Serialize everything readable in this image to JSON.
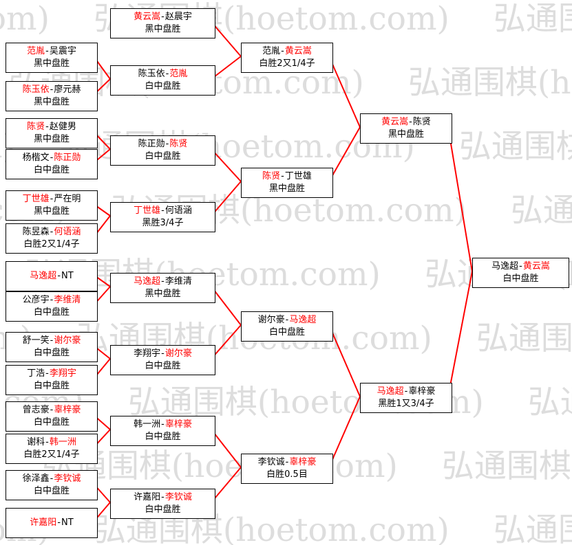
{
  "separator": "-",
  "accent_color": "#ff0000",
  "watermark": {
    "text": "弘通围棋(hoetom.com)",
    "color": "#dddddd"
  },
  "rounds": [
    [
      {
        "p1": {
          "text": "范胤",
          "win": true
        },
        "p2": {
          "text": "吴震宇",
          "win": false
        },
        "result": "黑中盘胜"
      },
      {
        "p1": {
          "text": "陈玉依",
          "win": true
        },
        "p2": {
          "text": "廖元赫",
          "win": false
        },
        "result": "黑中盘胜"
      },
      {
        "p1": {
          "text": "陈贤",
          "win": true
        },
        "p2": {
          "text": "赵健男",
          "win": false
        },
        "result": "黑中盘胜"
      },
      {
        "p1": {
          "text": "杨楷文",
          "win": false
        },
        "p2": {
          "text": "陈正勋",
          "win": true
        },
        "result": "白中盘胜"
      },
      {
        "p1": {
          "text": "丁世雄",
          "win": true
        },
        "p2": {
          "text": "严在明",
          "win": false
        },
        "result": "黑中盘胜"
      },
      {
        "p1": {
          "text": "陈昱森",
          "win": false
        },
        "p2": {
          "text": "何语涵",
          "win": true
        },
        "result": "白胜2又1/4子"
      },
      {
        "p1": {
          "text": "马逸超",
          "win": true
        },
        "p2": {
          "text": "NT",
          "win": false
        },
        "result": ""
      },
      {
        "p1": {
          "text": "公彦宇",
          "win": false
        },
        "p2": {
          "text": "李维清",
          "win": true
        },
        "result": "白中盘胜"
      },
      {
        "p1": {
          "text": "舒一笑",
          "win": false
        },
        "p2": {
          "text": "谢尔豪",
          "win": true
        },
        "result": "白中盘胜"
      },
      {
        "p1": {
          "text": "丁浩",
          "win": false
        },
        "p2": {
          "text": "李翔宇",
          "win": true
        },
        "result": "白中盘胜"
      },
      {
        "p1": {
          "text": "曾志豪",
          "win": false
        },
        "p2": {
          "text": "辜梓豪",
          "win": true
        },
        "result": "白中盘胜"
      },
      {
        "p1": {
          "text": "谢科",
          "win": false
        },
        "p2": {
          "text": "韩一洲",
          "win": true
        },
        "result": "白胜2又1/4子"
      },
      {
        "p1": {
          "text": "徐泽鑫",
          "win": false
        },
        "p2": {
          "text": "李钦诚",
          "win": true
        },
        "result": "白中盘胜"
      },
      {
        "p1": {
          "text": "许嘉阳",
          "win": true
        },
        "p2": {
          "text": "NT",
          "win": false
        },
        "result": ""
      }
    ],
    [
      {
        "p1": {
          "text": "黄云嵩",
          "win": true
        },
        "p2": {
          "text": "赵晨宇",
          "win": false
        },
        "result": "黑中盘胜"
      },
      {
        "p1": {
          "text": "陈玉依",
          "win": false
        },
        "p2": {
          "text": "范胤",
          "win": true
        },
        "result": "白中盘胜"
      },
      {
        "p1": {
          "text": "陈正勋",
          "win": false
        },
        "p2": {
          "text": "陈贤",
          "win": true
        },
        "result": "白中盘胜"
      },
      {
        "p1": {
          "text": "丁世雄",
          "win": true
        },
        "p2": {
          "text": "何语涵",
          "win": false
        },
        "result": "黑胜3/4子"
      },
      {
        "p1": {
          "text": "马逸超",
          "win": true
        },
        "p2": {
          "text": "李维清",
          "win": false
        },
        "result": "黑中盘胜"
      },
      {
        "p1": {
          "text": "李翔宇",
          "win": false
        },
        "p2": {
          "text": "谢尔豪",
          "win": true
        },
        "result": "白中盘胜"
      },
      {
        "p1": {
          "text": "韩一洲",
          "win": false
        },
        "p2": {
          "text": "辜梓豪",
          "win": true
        },
        "result": "白中盘胜"
      },
      {
        "p1": {
          "text": "许嘉阳",
          "win": false
        },
        "p2": {
          "text": "李钦诚",
          "win": true
        },
        "result": "白中盘胜"
      }
    ],
    [
      {
        "p1": {
          "text": "范胤",
          "win": false
        },
        "p2": {
          "text": "黄云嵩",
          "win": true
        },
        "result": "白胜2又1/4子"
      },
      {
        "p1": {
          "text": "陈贤",
          "win": true
        },
        "p2": {
          "text": "丁世雄",
          "win": false
        },
        "result": "黑中盘胜"
      },
      {
        "p1": {
          "text": "谢尔豪",
          "win": false
        },
        "p2": {
          "text": "马逸超",
          "win": true
        },
        "result": "白中盘胜"
      },
      {
        "p1": {
          "text": "李钦诚",
          "win": false
        },
        "p2": {
          "text": "辜梓豪",
          "win": true
        },
        "result": "白胜0.5目"
      }
    ],
    [
      {
        "p1": {
          "text": "黄云嵩",
          "win": true
        },
        "p2": {
          "text": "陈贤",
          "win": false
        },
        "result": "黑中盘胜"
      },
      {
        "p1": {
          "text": "马逸超",
          "win": true
        },
        "p2": {
          "text": "辜梓豪",
          "win": false
        },
        "result": "黑胜1又3/4子"
      }
    ],
    [
      {
        "p1": {
          "text": "马逸超",
          "win": false
        },
        "p2": {
          "text": "黄云嵩",
          "win": true
        },
        "result": "白中盘胜"
      }
    ]
  ]
}
